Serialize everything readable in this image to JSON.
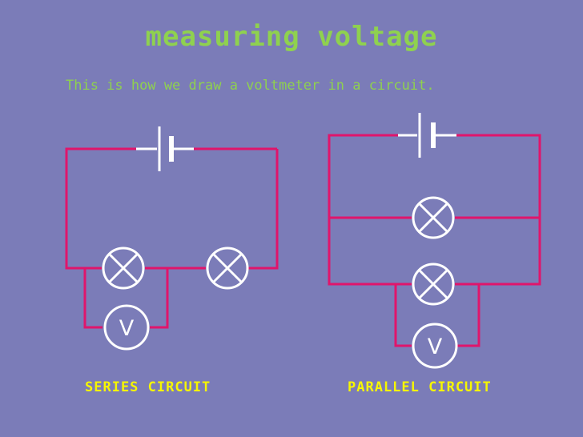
{
  "slide": {
    "title": "measuring voltage",
    "subtitle": "This is how we draw a voltmeter in a circuit."
  },
  "series_circuit": {
    "caption": "SERIES CIRCUIT",
    "voltmeter_label": "V"
  },
  "parallel_circuit": {
    "caption": "PARALLEL CIRCUIT",
    "voltmeter_label": "V"
  },
  "colors": {
    "background": "#7b7cb8",
    "wire": "#e0156b",
    "component": "#ffffff",
    "title_text": "#8fd14f",
    "caption_text": "#f6f600"
  }
}
